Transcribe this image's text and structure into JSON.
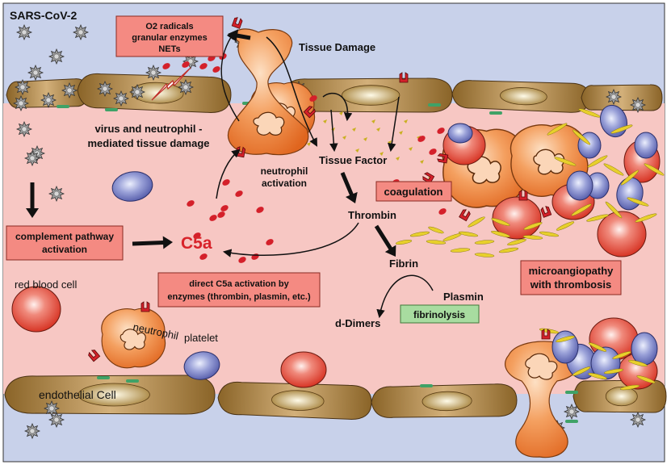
{
  "title": "SARS-CoV-2",
  "labels": {
    "tissue_damage": "Tissue Damage",
    "o2_radicals": [
      "O2 radicals",
      "granular enzymes",
      "NETs"
    ],
    "virus_neutrophil": [
      "virus and neutrophil -",
      "mediated tissue damage"
    ],
    "neutrophil_activation": [
      "neutrophil",
      "activation"
    ],
    "tissue_factor": "Tissue Factor",
    "coagulation": "coagulation",
    "thrombin": "Thrombin",
    "fibrin": "Fibrin",
    "plasmin": "Plasmin",
    "fibrinolysis": "fibrinolysis",
    "d_dimers": "d-Dimers",
    "complement": [
      "complement pathway",
      "activation"
    ],
    "c5a": "C5a",
    "direct_c5a": [
      "direct C5a activation by",
      "enzymes (thrombin, plasmin, etc.)"
    ],
    "microangiopathy": [
      "microangiopathy",
      "with thrombosis"
    ],
    "red_blood_cell": "red blood cell",
    "neutrophil": "neutrophil",
    "platelet": "platelet",
    "endothelial_cell": "endothelial Cell"
  },
  "colors": {
    "vessel_lumen": "#f7c7c3",
    "tissue": "#c8d1ea",
    "endothelium": "#9e7a3c",
    "label_box": "#f48a82",
    "fibrinolysis_box": "#a8dca0",
    "c5a_text": "#d8232a",
    "neutrophil": "#f08a48",
    "rbc": "#e0392a",
    "platelet": "#7f86c8",
    "fibrin": "#e8d02c"
  }
}
